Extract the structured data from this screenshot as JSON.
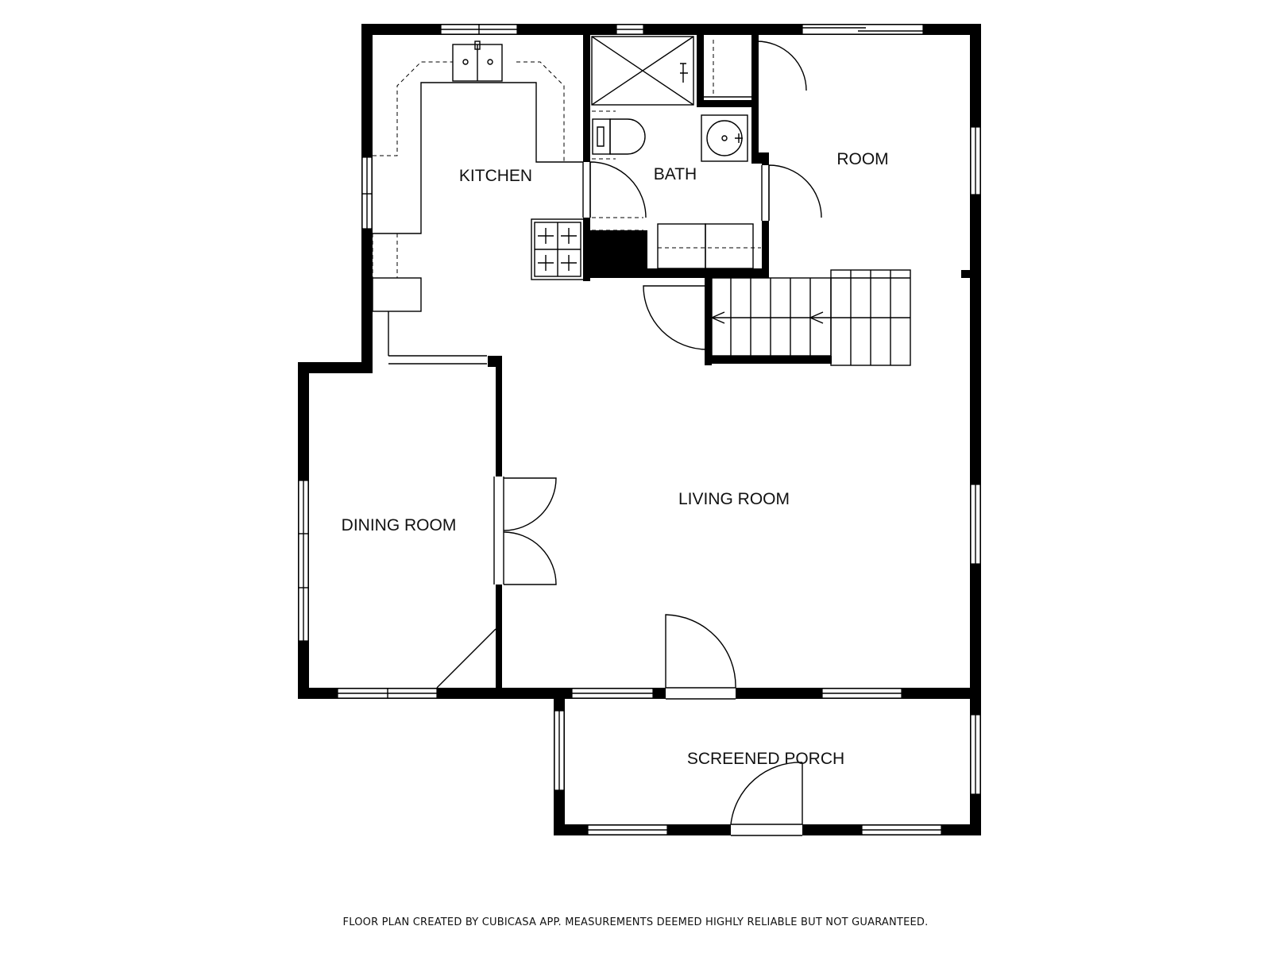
{
  "rooms": {
    "kitchen": "KITCHEN",
    "bath": "BATH",
    "room": "ROOM",
    "living_room": "LIVING ROOM",
    "dining_room": "DINING ROOM",
    "screened_porch": "SCREENED PORCH"
  },
  "footer": {
    "note": "FLOOR PLAN CREATED BY CUBICASA APP. MEASUREMENTS DEEMED HIGHLY RELIABLE BUT NOT GUARANTEED."
  },
  "colors": {
    "wall": "#000000",
    "background": "#ffffff"
  }
}
